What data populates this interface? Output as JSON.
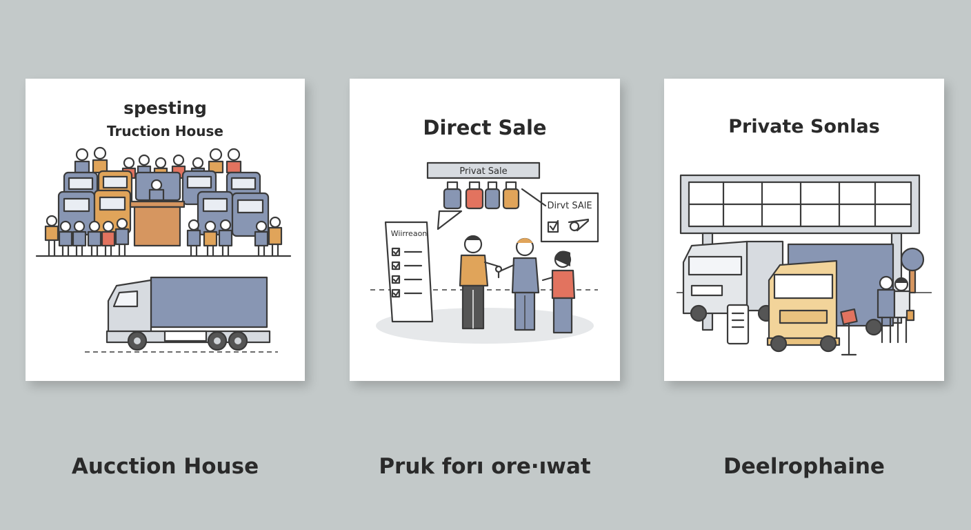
{
  "panels": [
    {
      "title_line1": "spesting",
      "title_line2": "Truction House",
      "caption": "Aucction House"
    },
    {
      "title": "Direct Sale",
      "banner": "Privat Sale",
      "clipboard": "Wiirreaon",
      "bubble": "Dirvt SAlE",
      "caption": "Pruk forı ore∙ıwat"
    },
    {
      "title": "Private Sonlas",
      "caption": "Deelrophaine"
    }
  ],
  "colors": {
    "background": "#c3c9c9",
    "truck_blue": "#8896b3",
    "accent_orange": "#e0a45a",
    "accent_red": "#e2735f",
    "podium_brown": "#d69660",
    "cab_yellow": "#f2d49a"
  }
}
